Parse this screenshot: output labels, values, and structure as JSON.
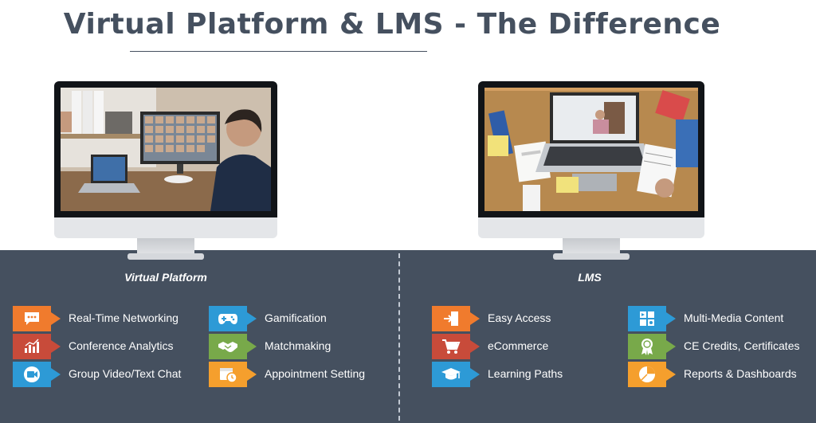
{
  "title": "Virtual Platform & LMS - The Difference",
  "virtual": {
    "label": "Virtual Platform",
    "features": [
      {
        "label": "Real-Time Networking",
        "icon": "chat-bubble-icon",
        "color": "#f07b2d"
      },
      {
        "label": "Conference Analytics",
        "icon": "bar-chart-icon",
        "color": "#c84b3a"
      },
      {
        "label": "Group Video/Text Chat",
        "icon": "video-camera-icon",
        "color": "#2d9ad6"
      },
      {
        "label": "Gamification",
        "icon": "gamepad-icon",
        "color": "#2d9ad6"
      },
      {
        "label": "Matchmaking",
        "icon": "handshake-icon",
        "color": "#78a94a"
      },
      {
        "label": "Appointment Setting",
        "icon": "calendar-clock-icon",
        "color": "#f59f2d"
      }
    ]
  },
  "lms": {
    "label": "LMS",
    "features": [
      {
        "label": "Easy Access",
        "icon": "door-enter-icon",
        "color": "#f07b2d"
      },
      {
        "label": "eCommerce",
        "icon": "shopping-cart-icon",
        "color": "#c84b3a"
      },
      {
        "label": "Learning Paths",
        "icon": "graduation-cap-icon",
        "color": "#2d9ad6"
      },
      {
        "label": "Multi-Media Content",
        "icon": "media-grid-icon",
        "color": "#2d9ad6"
      },
      {
        "label": "CE Credits, Certificates",
        "icon": "award-icon",
        "color": "#78a94a"
      },
      {
        "label": "Reports & Dashboards",
        "icon": "pie-chart-icon",
        "color": "#f59f2d"
      }
    ]
  }
}
